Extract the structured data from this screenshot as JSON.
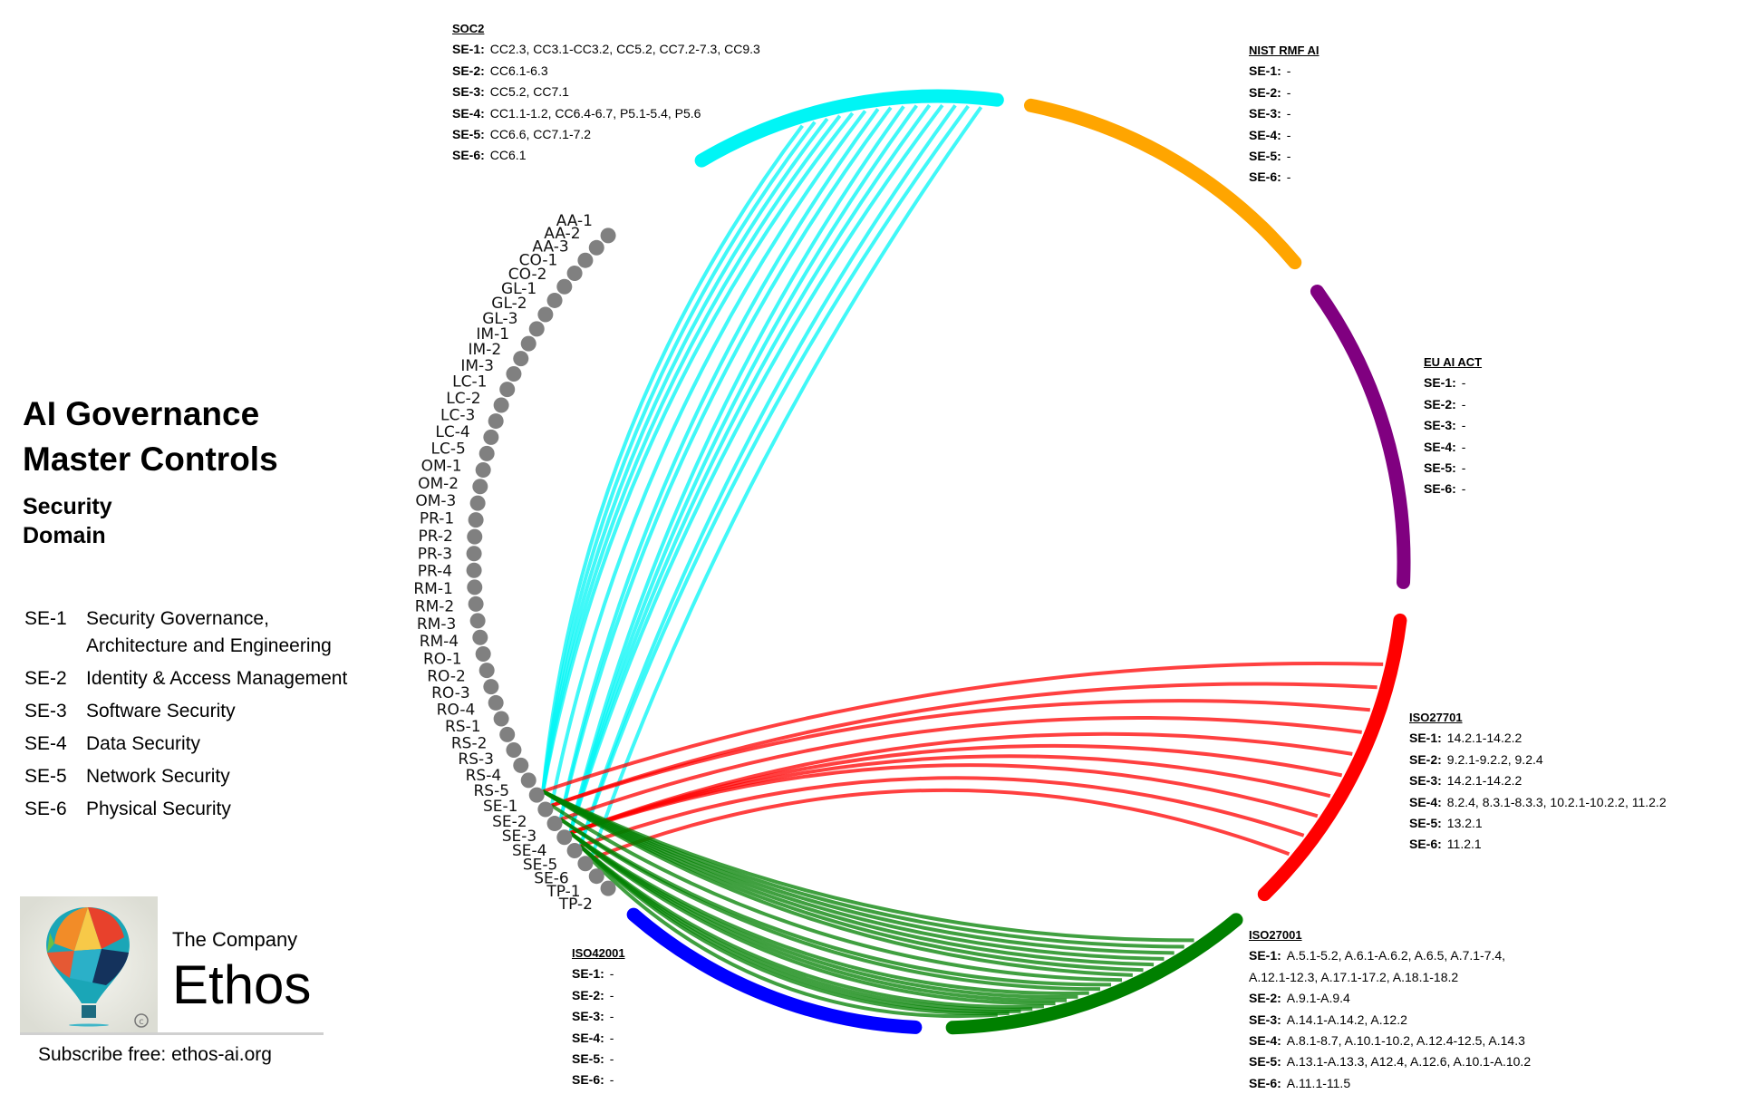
{
  "title": {
    "line1": "AI Governance",
    "line2": "Master Controls"
  },
  "subtitle": {
    "line1": "Security",
    "line2": "Domain"
  },
  "legend": [
    {
      "code": "SE-1",
      "label": "Security Governance, Architecture and Engineering"
    },
    {
      "code": "SE-2",
      "label": "Identity & Access Management"
    },
    {
      "code": "SE-3",
      "label": "Software Security"
    },
    {
      "code": "SE-4",
      "label": "Data Security"
    },
    {
      "code": "SE-5",
      "label": "Network Security"
    },
    {
      "code": "SE-6",
      "label": "Physical Security"
    }
  ],
  "brand": {
    "company": "The Company",
    "name": "Ethos",
    "subscribe": "Subscribe free: ethos-ai.org",
    "logo_alt": "hot air balloon ©"
  },
  "nodes": [
    "AA-1",
    "AA-2",
    "AA-3",
    "CO-1",
    "CO-2",
    "GL-1",
    "GL-2",
    "GL-3",
    "IM-1",
    "IM-2",
    "IM-3",
    "LC-1",
    "LC-2",
    "LC-3",
    "LC-4",
    "LC-5",
    "OM-1",
    "OM-2",
    "OM-3",
    "PR-1",
    "PR-2",
    "PR-3",
    "PR-4",
    "RM-1",
    "RM-2",
    "RM-3",
    "RM-4",
    "RO-1",
    "RO-2",
    "RO-3",
    "RO-4",
    "RS-1",
    "RS-2",
    "RS-3",
    "RS-4",
    "RS-5",
    "SE-1",
    "SE-2",
    "SE-3",
    "SE-4",
    "SE-5",
    "SE-6",
    "TP-1",
    "TP-2"
  ],
  "node_color": "#808080",
  "frameworks": {
    "soc2": {
      "name": "SOC2",
      "color": "#00f5f5",
      "rows": [
        {
          "code": "SE-1:",
          "value": "CC2.3, CC3.1-CC3.2, CC5.2, CC7.2-7.3, CC9.3"
        },
        {
          "code": "SE-2:",
          "value": "CC6.1-6.3"
        },
        {
          "code": "SE-3:",
          "value": "CC5.2, CC7.1"
        },
        {
          "code": "SE-4:",
          "value": "CC1.1-1.2, CC6.4-6.7, P5.1-5.4, P5.6"
        },
        {
          "code": "SE-5:",
          "value": "CC6.6, CC7.1-7.2"
        },
        {
          "code": "SE-6:",
          "value": "CC6.1"
        }
      ]
    },
    "nist": {
      "name": "NIST RMF AI",
      "color": "#ffa500",
      "rows": [
        {
          "code": "SE-1:",
          "value": "-"
        },
        {
          "code": "SE-2:",
          "value": "-"
        },
        {
          "code": "SE-3:",
          "value": "-"
        },
        {
          "code": "SE-4:",
          "value": "-"
        },
        {
          "code": "SE-5:",
          "value": "-"
        },
        {
          "code": "SE-6:",
          "value": "-"
        }
      ]
    },
    "euai": {
      "name": "EU AI ACT",
      "color": "#800080",
      "rows": [
        {
          "code": "SE-1:",
          "value": "-"
        },
        {
          "code": "SE-2:",
          "value": "-"
        },
        {
          "code": "SE-3:",
          "value": "-"
        },
        {
          "code": "SE-4:",
          "value": "-"
        },
        {
          "code": "SE-5:",
          "value": "-"
        },
        {
          "code": "SE-6:",
          "value": "-"
        }
      ]
    },
    "iso27701": {
      "name": "ISO27701",
      "color": "#ff0000",
      "rows": [
        {
          "code": "SE-1:",
          "value": "14.2.1-14.2.2"
        },
        {
          "code": "SE-2:",
          "value": "9.2.1-9.2.2, 9.2.4"
        },
        {
          "code": "SE-3:",
          "value": "14.2.1-14.2.2"
        },
        {
          "code": "SE-4:",
          "value": "8.2.4,  8.3.1-8.3.3,  10.2.1-10.2.2,  11.2.2"
        },
        {
          "code": "SE-5:",
          "value": "13.2.1"
        },
        {
          "code": "SE-6:",
          "value": "11.2.1"
        }
      ]
    },
    "iso27001": {
      "name": "ISO27001",
      "color": "#008000",
      "rows": [
        {
          "code": "SE-1:",
          "value": "A.5.1-5.2, A.6.1-A.6.2, A.6.5, A.7.1-7.4, A.12.1-12.3, A.17.1-17.2, A.18.1-18.2"
        },
        {
          "code": "SE-2:",
          "value": "A.9.1-A.9.4"
        },
        {
          "code": "SE-3:",
          "value": "A.14.1-A.14.2,  A.12.2"
        },
        {
          "code": "SE-4:",
          "value": "A.8.1-8.7,  A.10.1-10.2, A.12.4-12.5, A.14.3"
        },
        {
          "code": "SE-5:",
          "value": "A.13.1-A.13.3,  A12.4,  A.12.6,  A.10.1-A.10.2"
        },
        {
          "code": "SE-6:",
          "value": "A.11.1-11.5"
        }
      ]
    },
    "iso42001": {
      "name": "ISO42001",
      "color": "#0000ff",
      "rows": [
        {
          "code": "SE-1:",
          "value": "-"
        },
        {
          "code": "SE-2:",
          "value": "-"
        },
        {
          "code": "SE-3:",
          "value": "-"
        },
        {
          "code": "SE-4:",
          "value": "-"
        },
        {
          "code": "SE-5:",
          "value": "-"
        },
        {
          "code": "SE-6:",
          "value": "-"
        }
      ]
    }
  }
}
